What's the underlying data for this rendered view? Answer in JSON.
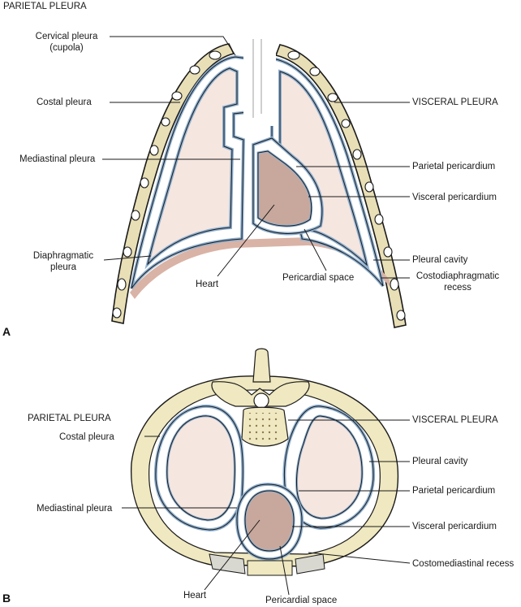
{
  "panels": {
    "a": "A",
    "b": "B"
  },
  "diagram_a": {
    "heading": "PARIETAL PLEURA",
    "cervical_pleura": "Cervical pleura",
    "cervical_pleura_sub": "(cupola)",
    "costal_pleura": "Costal pleura",
    "visceral_pleura": "VISCERAL PLEURA",
    "mediastinal_pleura": "Mediastinal pleura",
    "parietal_pericardium": "Parietal pericardium",
    "visceral_pericardium": "Visceral pericardium",
    "diaphragmatic_pleura": "Diaphragmatic",
    "diaphragmatic_pleura_sub": "pleura",
    "pleural_cavity": "Pleural cavity",
    "costodiaphragmatic_recess": "Costodiaphragmatic",
    "costodiaphragmatic_recess_sub": "recess",
    "heart": "Heart",
    "pericardial_space": "Pericardial space"
  },
  "diagram_b": {
    "parietal_pleura": "PARIETAL PLEURA",
    "visceral_pleura": "VISCERAL PLEURA",
    "costal_pleura": "Costal pleura",
    "pleural_cavity": "Pleural cavity",
    "parietal_pericardium": "Parietal pericardium",
    "mediastinal_pleura": "Mediastinal pleura",
    "visceral_pericardium": "Visceral pericardium",
    "costomediastinal_recess": "Costomediastinal recess",
    "heart": "Heart",
    "pericardial_space": "Pericardial space"
  },
  "colors": {
    "lung_fill": "#f5e6e0",
    "heart_fill": "#c8a89c",
    "pleura_blue": "#8fb0d0",
    "bone_fill": "#efe8c0",
    "diaphragm_fill": "#d9b3a6",
    "line": "#1a1a1a"
  }
}
